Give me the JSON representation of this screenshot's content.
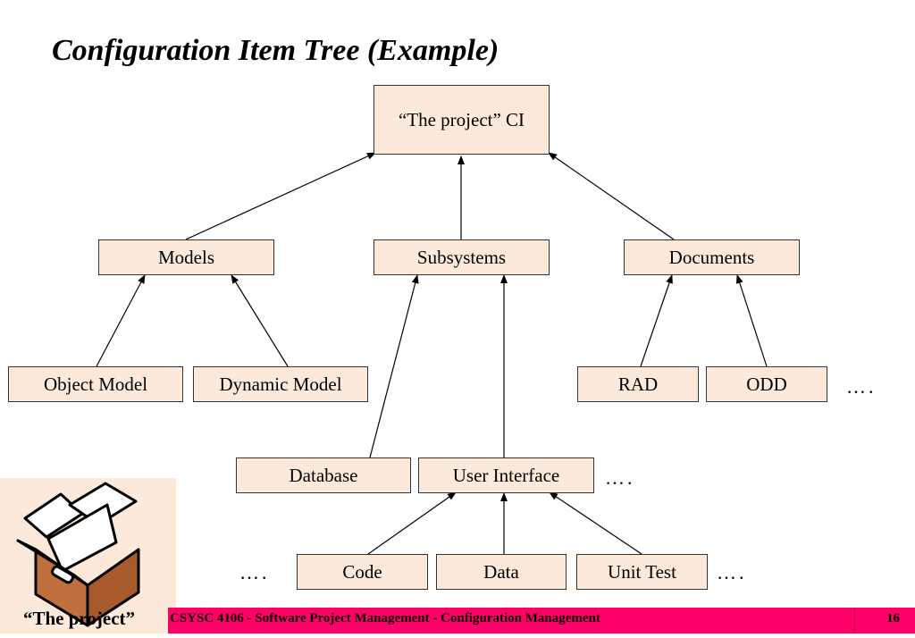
{
  "slide": {
    "title": "Configuration Item Tree (Example)",
    "footer": "CSYSC 4106 - Software Project Management - Configuration Management",
    "page_number": "16"
  },
  "tree": {
    "root": "“The project” CI",
    "models": "Models",
    "subsystems": "Subsystems",
    "documents": "Documents",
    "object_model": "Object Model",
    "dynamic_model": "Dynamic Model",
    "rad": "RAD",
    "odd": "ODD",
    "database": "Database",
    "user_interface": "User Interface",
    "code": "Code",
    "data": "Data",
    "unit_test": "Unit Test",
    "ellipsis": "…."
  },
  "illustration": {
    "icon": "open-box-icon",
    "caption": "“The project”"
  },
  "colors": {
    "node_fill": "#fde9d9",
    "footer_bar": "#ff0066"
  }
}
